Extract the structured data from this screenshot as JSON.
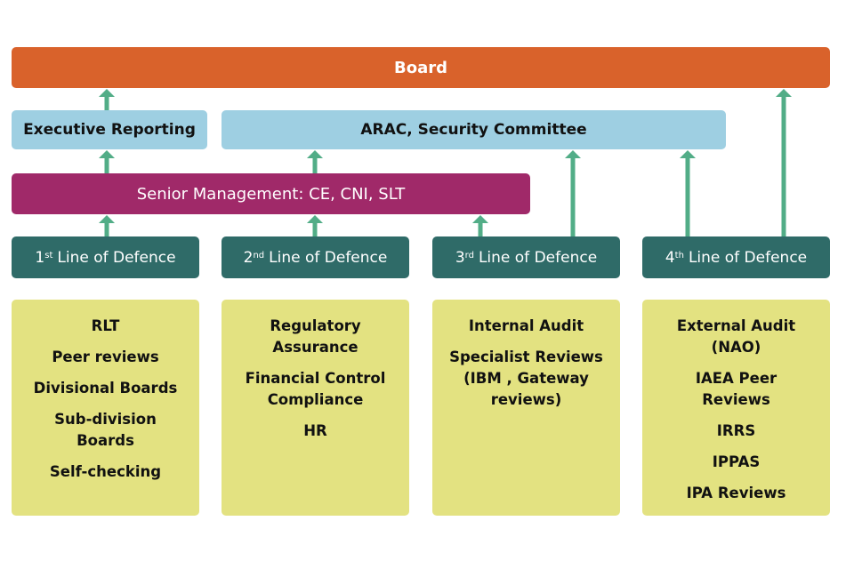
{
  "board": {
    "label": "Board"
  },
  "executive_reporting": {
    "label": "Executive Reporting"
  },
  "arac": {
    "label": "ARAC, Security Committee"
  },
  "senior_management": {
    "label": "Senior Management: CE, CNI, SLT"
  },
  "lines": [
    {
      "num": "1",
      "suffix": "st",
      "label": "Line of Defence"
    },
    {
      "num": "2",
      "suffix": "nd",
      "label": "Line of Defence"
    },
    {
      "num": "3",
      "suffix": "rd",
      "label": "Line of Defence"
    },
    {
      "num": "4",
      "suffix": "th",
      "label": "Line of Defence"
    }
  ],
  "cards": [
    {
      "items": [
        "RLT",
        "Peer reviews",
        "Divisional Boards",
        "Sub-division Boards",
        "Self-checking"
      ]
    },
    {
      "items": [
        "Regulatory Assurance",
        "Financial Control Compliance",
        "HR"
      ]
    },
    {
      "items": [
        "Internal Audit",
        "Specialist Reviews (IBM , Gateway reviews)"
      ]
    },
    {
      "items": [
        "External Audit (NAO)",
        "IAEA Peer Reviews",
        "IRRS",
        "IPPAS",
        "IPA Reviews"
      ]
    }
  ],
  "colors": {
    "board": "#d9622b",
    "committee": "#9ecfe2",
    "senior_management": "#a02969",
    "line_of_defence": "#2f6b68",
    "card": "#e3e281",
    "arrow": "#52ad87"
  },
  "connections": [
    {
      "from": "executive-reporting",
      "to": "board"
    },
    {
      "from": "senior-management",
      "to": "executive-reporting"
    },
    {
      "from": "senior-management",
      "to": "arac"
    },
    {
      "from": "line-1",
      "to": "senior-management"
    },
    {
      "from": "line-2",
      "to": "senior-management"
    },
    {
      "from": "line-3",
      "to": "senior-management"
    },
    {
      "from": "line-3",
      "to": "arac"
    },
    {
      "from": "line-4",
      "to": "arac"
    },
    {
      "from": "line-4",
      "to": "board"
    }
  ]
}
